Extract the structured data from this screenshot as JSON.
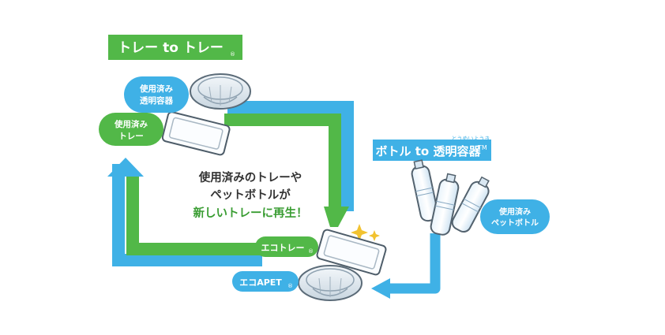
{
  "colors": {
    "green": "#52b848",
    "blue": "#3fb1e6",
    "dark_text": "#333333",
    "highlight_text": "#3a9d33",
    "white": "#ffffff"
  },
  "banner_tray": {
    "text": "トレー to トレー",
    "mark": "®"
  },
  "banner_bottle": {
    "text": "ボトル to 透明容器",
    "mark": "TM",
    "ruby": "とうめいようき"
  },
  "bubbles": {
    "used_container": [
      "使用済み",
      "透明容器"
    ],
    "used_tray": [
      "使用済み",
      "トレー"
    ],
    "used_bottle": [
      "使用済み",
      "ペットボトル"
    ],
    "eco_tray": {
      "text": "エコトレー",
      "mark": "®"
    },
    "eco_apet": {
      "text": "エコAPET",
      "mark": "®"
    }
  },
  "center_text": {
    "line1": "使用済みのトレーや",
    "line2": "ペットボトルが",
    "line3": "新しいトレーに再生！"
  },
  "icons": [
    "clear-bowl-icon",
    "white-tray-icon",
    "pet-bottles-icon",
    "sparkle-icon"
  ]
}
